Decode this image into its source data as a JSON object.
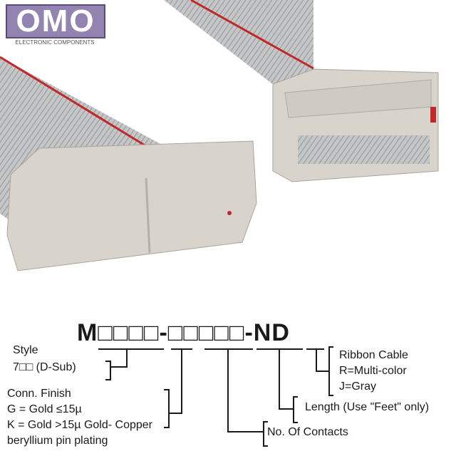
{
  "part_number": "M□□□□-□□□□□-ND",
  "fields": {
    "style": {
      "title": "Style",
      "line1": "7□□ (D-Sub)"
    },
    "finish": {
      "title": "Conn. Finish",
      "line1": "G = Gold ≤15µ",
      "line2": "K = Gold >15µ Gold- Copper",
      "line3": "beryllium pin plating"
    },
    "contacts": {
      "title": "No. Of Contacts"
    },
    "length": {
      "title": "Length (Use \"Feet\" only)"
    },
    "ribbon": {
      "title": "Ribbon Cable",
      "line1": "R=Multi-color",
      "line2": "J=Gray"
    }
  },
  "logo": {
    "name": "OMO",
    "sub": "ELECTRONIC COMPONENTS"
  },
  "colors": {
    "cable": "#b9bbbd",
    "connector": "#d8d4cc",
    "stripe": "#c0282a"
  }
}
